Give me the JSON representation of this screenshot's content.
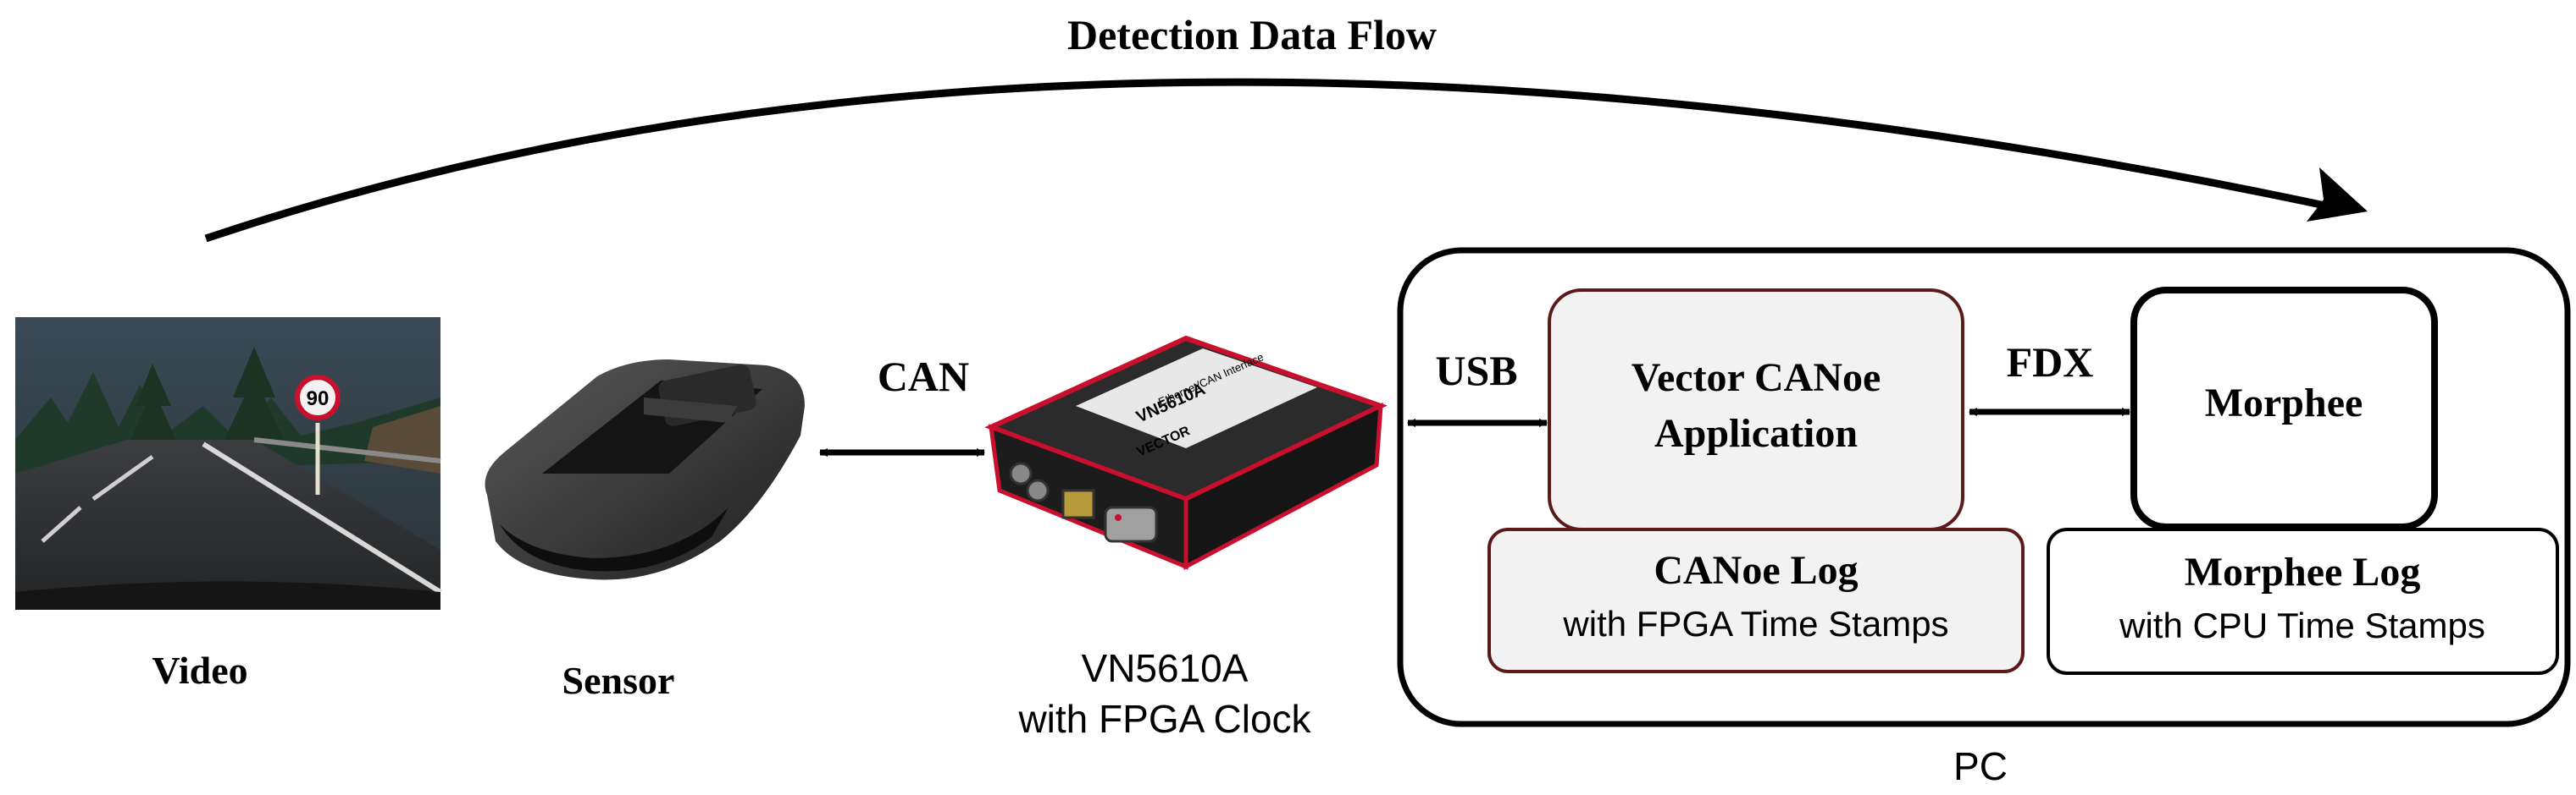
{
  "title": "Detection Data Flow",
  "nodes": {
    "video": {
      "label": "Video",
      "speed_sign": "90"
    },
    "sensor": {
      "label": "Sensor"
    },
    "interface": {
      "label_line1": "VN5610A",
      "label_line2": "with FPGA Clock",
      "case_text_brand": "VECTOR",
      "case_text_model": "VN5610A",
      "case_text_sub": "Ethernet/CAN Interface"
    },
    "canoe": {
      "label_line1": "Vector CANoe",
      "label_line2": "Application"
    },
    "morphee": {
      "label": "Morphee"
    },
    "canoe_log": {
      "label_line1": "CANoe Log",
      "label_line2": "with FPGA Time Stamps"
    },
    "morphee_log": {
      "label_line1": "Morphee Log",
      "label_line2": "with CPU Time Stamps"
    },
    "pc": {
      "label": "PC"
    }
  },
  "edges": {
    "can": "CAN",
    "usb": "USB",
    "fdx": "FDX"
  },
  "colors": {
    "canoe_border": "#5a1a1a",
    "box_fill": "#f2f2f2",
    "accent_red": "#c8102e",
    "device_body": "#1c1c1c"
  }
}
